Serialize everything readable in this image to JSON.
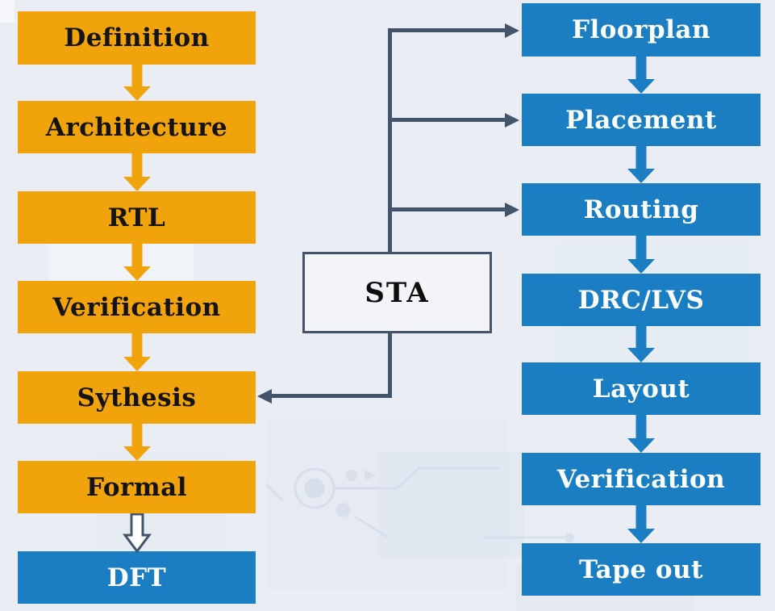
{
  "diagram": {
    "left_column": {
      "items": [
        {
          "label": "Definition",
          "variant": "orange"
        },
        {
          "label": "Architecture",
          "variant": "orange"
        },
        {
          "label": "RTL",
          "variant": "orange"
        },
        {
          "label": "Verification",
          "variant": "orange"
        },
        {
          "label": "Sythesis",
          "variant": "orange"
        },
        {
          "label": "Formal",
          "variant": "orange"
        },
        {
          "label": "DFT",
          "variant": "blue"
        }
      ]
    },
    "right_column": {
      "items": [
        {
          "label": "Floorplan",
          "variant": "blue"
        },
        {
          "label": "Placement",
          "variant": "blue"
        },
        {
          "label": "Routing",
          "variant": "blue"
        },
        {
          "label": "DRC/LVS",
          "variant": "blue"
        },
        {
          "label": "Layout",
          "variant": "blue"
        },
        {
          "label": "Verification",
          "variant": "blue"
        },
        {
          "label": "Tape out",
          "variant": "blue"
        }
      ]
    },
    "sta_box": {
      "label": "STA"
    },
    "connections": [
      {
        "from": "Definition",
        "to": "Architecture",
        "style": "solid-orange"
      },
      {
        "from": "Architecture",
        "to": "RTL",
        "style": "solid-orange"
      },
      {
        "from": "RTL",
        "to": "Verification",
        "style": "solid-orange"
      },
      {
        "from": "Verification",
        "to": "Sythesis",
        "style": "solid-orange"
      },
      {
        "from": "Sythesis",
        "to": "Formal",
        "style": "solid-orange"
      },
      {
        "from": "Formal",
        "to": "DFT",
        "style": "hollow-outline"
      },
      {
        "from": "Floorplan",
        "to": "Placement",
        "style": "solid-blue"
      },
      {
        "from": "Placement",
        "to": "Routing",
        "style": "solid-blue"
      },
      {
        "from": "Routing",
        "to": "DRC/LVS",
        "style": "solid-blue"
      },
      {
        "from": "DRC/LVS",
        "to": "Layout",
        "style": "solid-blue"
      },
      {
        "from": "Layout",
        "to": "Verification",
        "style": "solid-blue"
      },
      {
        "from": "Verification",
        "to": "Tape out",
        "style": "solid-blue"
      },
      {
        "from": "STA",
        "to": "Floorplan",
        "style": "connector-line"
      },
      {
        "from": "STA",
        "to": "Placement",
        "style": "connector-line"
      },
      {
        "from": "STA",
        "to": "Routing",
        "style": "connector-line"
      },
      {
        "from": "STA",
        "to": "Sythesis",
        "style": "connector-line"
      }
    ]
  },
  "colors": {
    "orange": "#F0A30A",
    "blue": "#1B7EC2",
    "connector": "#44546A",
    "text_dark": "#141414",
    "text_light": "#FFFFFF",
    "sta_fill": "#F2F4F8",
    "bg": "#EAEEF4"
  }
}
